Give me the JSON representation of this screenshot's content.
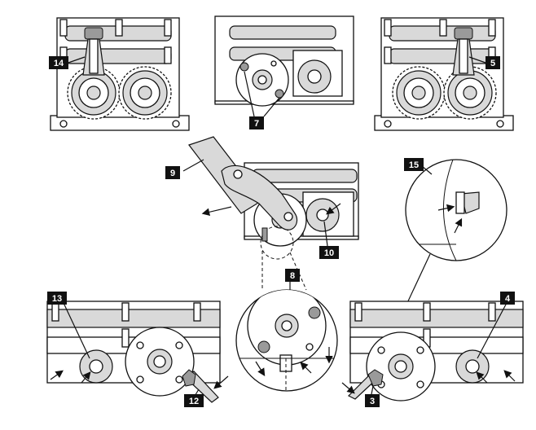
{
  "callouts": {
    "c14": "14",
    "c7": "7",
    "c5": "5",
    "c9": "9",
    "c15": "15",
    "c10": "10",
    "c8": "8",
    "c13": "13",
    "c4": "4",
    "c12": "12",
    "c3": "3"
  },
  "colors": {
    "ink": "#111111",
    "component_fill": "#d9d9d9",
    "background": "#ffffff"
  }
}
